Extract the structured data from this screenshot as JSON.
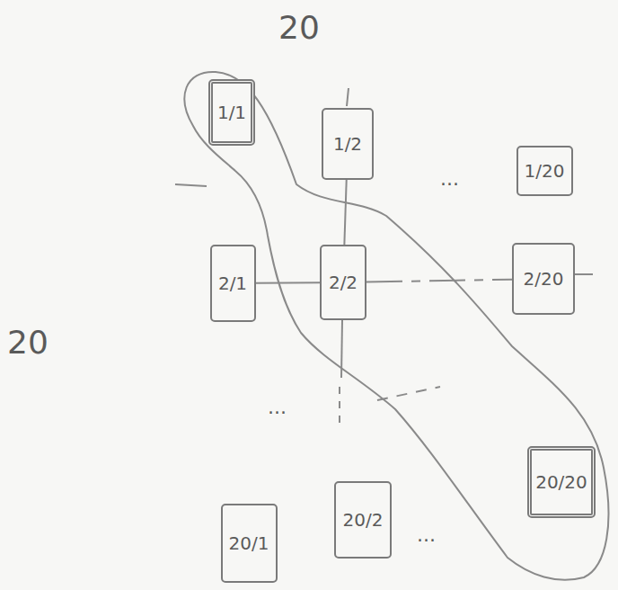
{
  "diagram": {
    "nodes": [
      {
        "text": [
          "1/1"
        ]
      },
      {
        "text": [
          "1/2"
        ]
      },
      {
        "text": [
          "1/20"
        ]
      },
      {
        "text": [
          "2/1"
        ]
      },
      {
        "text": [
          "2/2"
        ]
      },
      {
        "text": [
          "2/20"
        ]
      },
      {
        "text": [
          "20/1"
        ]
      },
      {
        "text": [
          "20/2"
        ]
      },
      {
        "text": [
          "20/20"
        ]
      }
    ],
    "edges": [
      {
        "from": 3,
        "to": 4,
        "arrow": "none"
      },
      {
        "from": 4,
        "to": 5,
        "arrow": "none"
      },
      {
        "from": 1,
        "to": 4,
        "arrow": "none"
      }
    ],
    "labels": [
      "20",
      "20",
      "...",
      "...",
      "..."
    ]
  }
}
